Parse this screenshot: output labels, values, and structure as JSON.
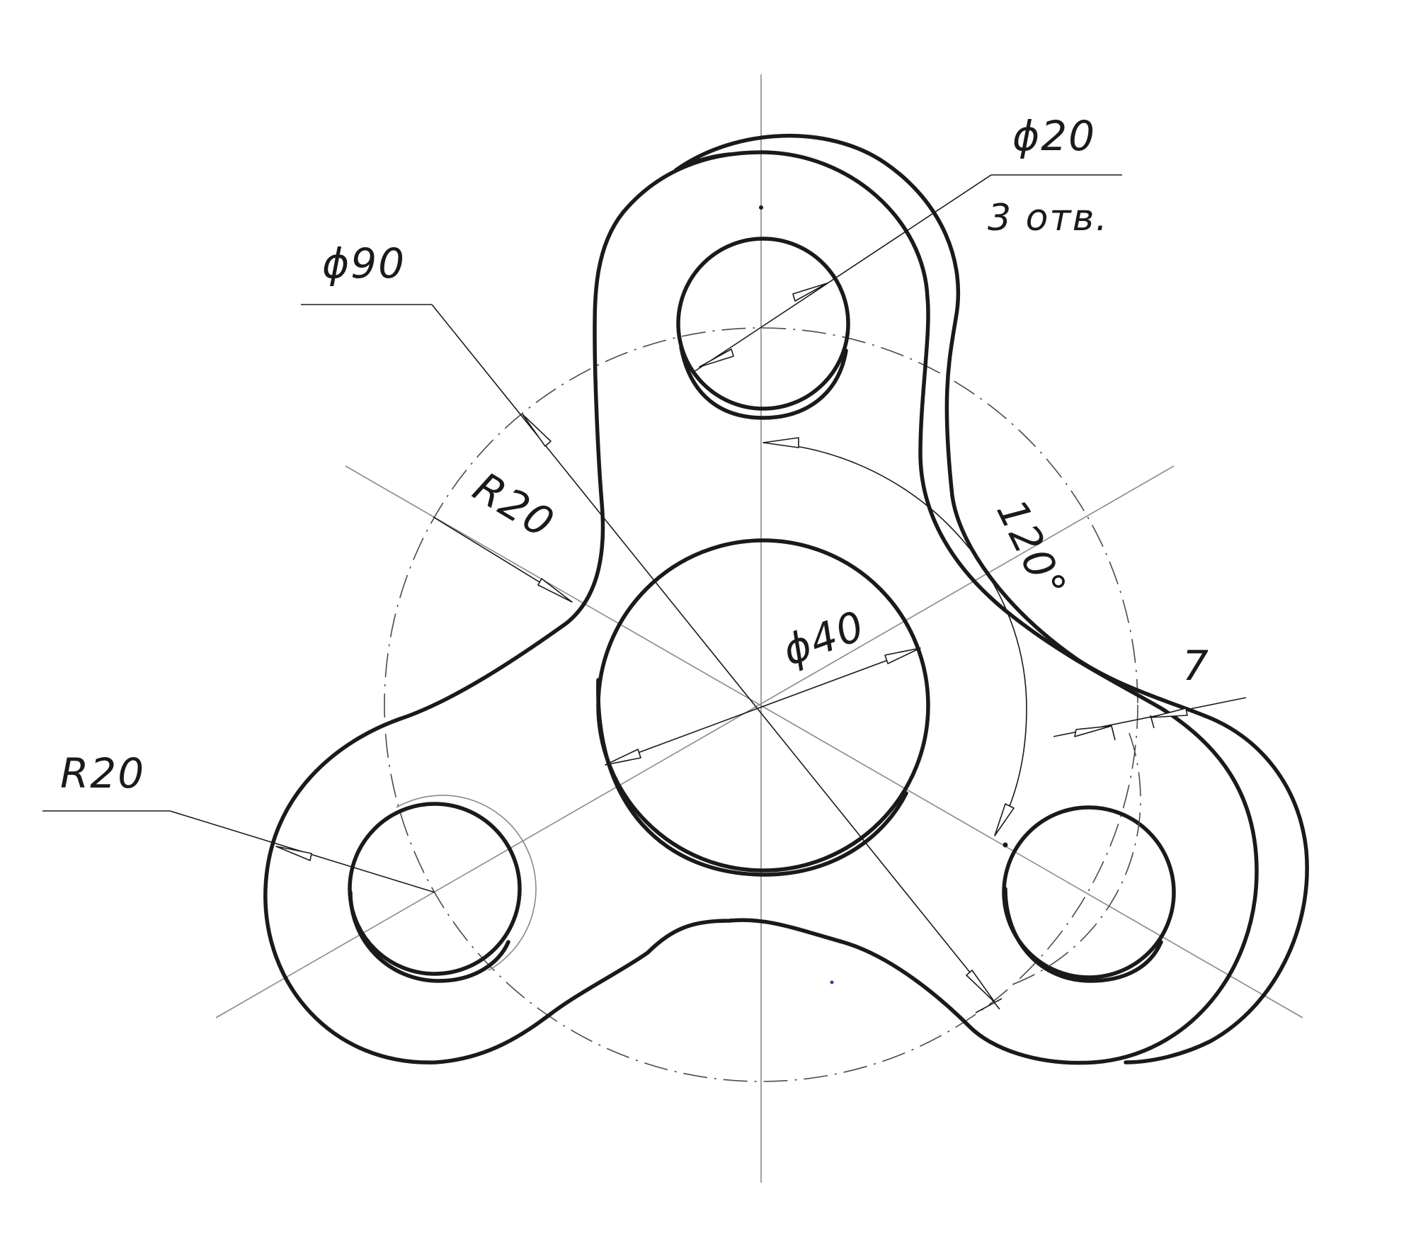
{
  "dimensions": {
    "hole_diameter": "ϕ20",
    "hole_count": "3 отв.",
    "bolt_circle_diameter": "ϕ90",
    "center_diameter": "ϕ40",
    "fillet_radius_top": "R20",
    "fillet_radius_left": "R20",
    "angle": "120°",
    "thickness": "7"
  },
  "colors": {
    "ink": "#1a1a1a",
    "centerline": "#8a8a8a",
    "background": "#ffffff"
  }
}
